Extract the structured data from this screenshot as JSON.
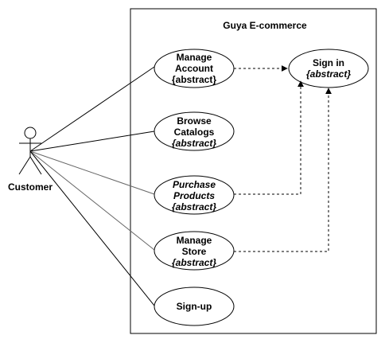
{
  "system": {
    "title": "Guya E-commerce"
  },
  "actor": {
    "name": "Customer"
  },
  "use_cases": [
    {
      "id": "manage-account",
      "line1": "Manage",
      "line2": "Account",
      "line3": "{abstract}"
    },
    {
      "id": "browse-catalogs",
      "line1": "Browse",
      "line2": "Catalogs",
      "line3": "{abstract}"
    },
    {
      "id": "purchase-products",
      "line1": "Purchase",
      "line2": "Products",
      "line3": "{abstract}"
    },
    {
      "id": "manage-store",
      "line1": "Manage",
      "line2": "Store",
      "line3": "{abstract}"
    },
    {
      "id": "sign-up",
      "line1": "Sign-up"
    },
    {
      "id": "sign-in",
      "line1": "Sign in",
      "line2": "{abstract}"
    }
  ],
  "colors": {
    "stroke": "#000000",
    "background": "#ffffff",
    "assoc_gray": "#666666"
  }
}
